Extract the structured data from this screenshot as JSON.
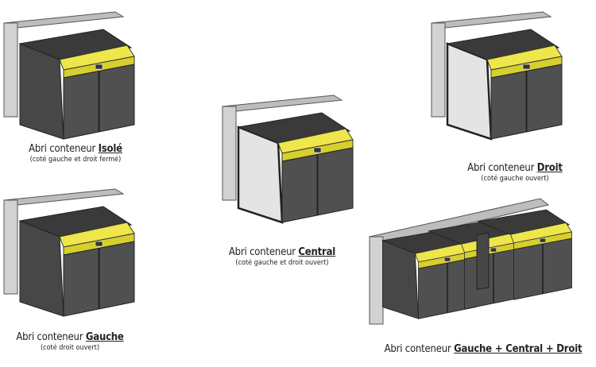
{
  "colors": {
    "body": "#4a4a4a",
    "lid": "#eee64a",
    "band": "#d6cf2e",
    "wall": "#cfcfcf",
    "open_side": "#e4e4e4"
  },
  "items": [
    {
      "prefix": "Abri conteneur ",
      "name": "Isolé",
      "note": "(coté gauche et droit fermé)"
    },
    {
      "prefix": "Abri conteneur ",
      "name": "Gauche",
      "note": "(coté droit ouvert)"
    },
    {
      "prefix": "Abri conteneur ",
      "name": "Central",
      "note": "(coté gauche et droit ouvert)"
    },
    {
      "prefix": "Abri conteneur ",
      "name": "Droit",
      "note": "(coté gauche ouvert)"
    },
    {
      "prefix": "Abri conteneur ",
      "name": "Gauche + Central + Droit"
    }
  ]
}
